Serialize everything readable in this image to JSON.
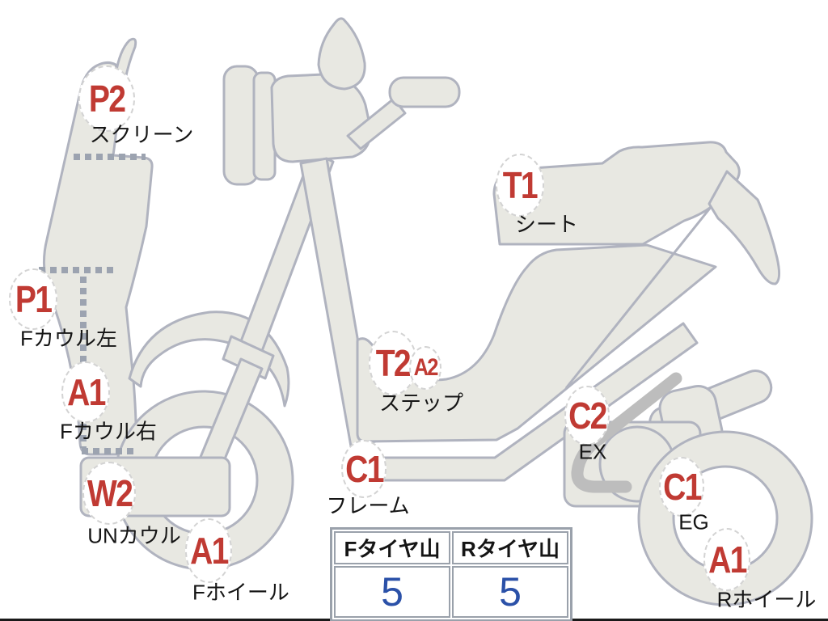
{
  "colors": {
    "body_fill": "#e8e8e2",
    "body_outline": "#b0b3bf",
    "label_red": "#c03a33",
    "value_blue": "#2b51a8",
    "text_black": "#151515",
    "exhaust_gray": "#bdbdbd",
    "table_border": "#9aa1ab",
    "dotted_divider": "#9ca3b0"
  },
  "labels": [
    {
      "code": "P2",
      "part": "スクリーン"
    },
    {
      "code": "P1",
      "part": "Fカウル左"
    },
    {
      "code": "A1",
      "part": "Fカウル右"
    },
    {
      "code": "W2",
      "part": "UNカウル"
    },
    {
      "code": "A1",
      "part": "Fホイール"
    },
    {
      "code": "T1",
      "part": "シート"
    },
    {
      "code": "T2",
      "part": "ステップ"
    },
    {
      "code": "A2",
      "part": ""
    },
    {
      "code": "C1",
      "part": "フレーム"
    },
    {
      "code": "C2",
      "part": "EX"
    },
    {
      "code": "C1",
      "part": "EG"
    },
    {
      "code": "A1",
      "part": "Rホイール"
    }
  ],
  "tire_table": {
    "columns": [
      {
        "header": "Fタイヤ山",
        "value": "5"
      },
      {
        "header": "Rタイヤ山",
        "value": "5"
      }
    ]
  }
}
